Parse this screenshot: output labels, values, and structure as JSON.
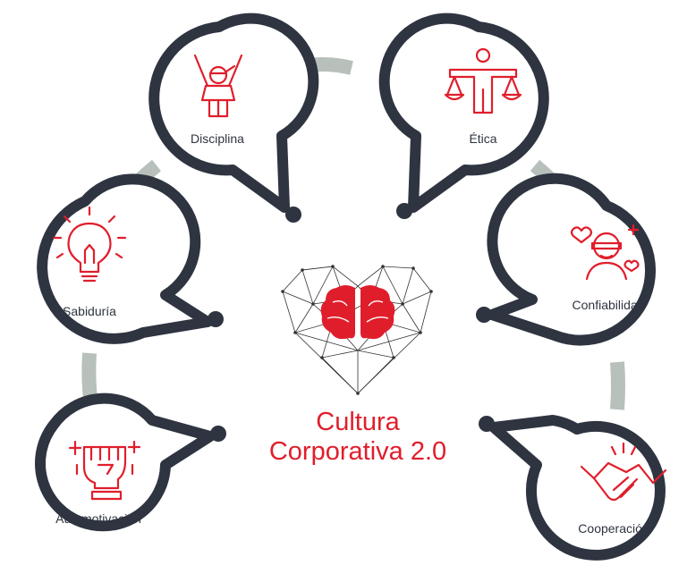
{
  "center": {
    "line1": "Cultura",
    "line2": "Corporativa 2.0"
  },
  "nodes": [
    {
      "label": "Disciplina",
      "icon": "ninja-swords-icon"
    },
    {
      "label": "Ética",
      "icon": "justice-scales-icon"
    },
    {
      "label": "Sabiduría",
      "icon": "lightbulb-icon"
    },
    {
      "label": "Confiabilidad",
      "icon": "blindfold-person-icon"
    },
    {
      "label": "Automotivación",
      "icon": "raised-fist-icon"
    },
    {
      "label": "Cooperación",
      "icon": "handshake-icon"
    }
  ],
  "colors": {
    "accent": "#e01e2b",
    "ring": "#2e3440",
    "connector": "#b7c0bb",
    "dot": "#2e3440"
  }
}
